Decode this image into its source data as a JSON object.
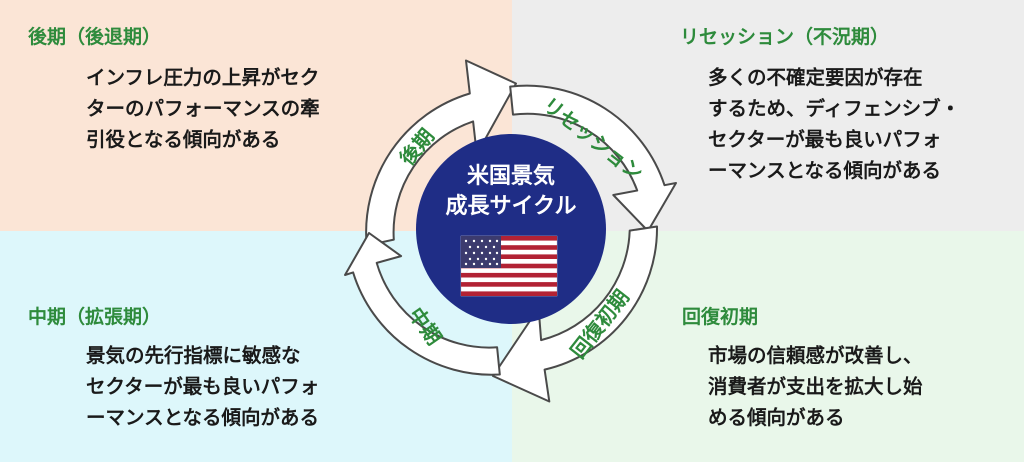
{
  "colors": {
    "late_bg": "#fbe5d6",
    "recession_bg": "#ededed",
    "mid_bg": "#ddf7fb",
    "early_bg": "#e9f7ea",
    "title_green": "#2e8b3c",
    "circle_navy": "#1f2d86"
  },
  "quadrants": {
    "late": {
      "title": "後期（後退期）",
      "lines": [
        "インフレ圧力の上昇がセク",
        "ターのパフォーマンスの牽",
        "引役となる傾向がある"
      ]
    },
    "recession": {
      "title": "リセッション（不況期）",
      "lines": [
        "多くの不確定要因が存在",
        "するため、ディフェンシブ・",
        "セクターが最も良いパフォ",
        "ーマンスとなる傾向がある"
      ]
    },
    "mid": {
      "title": "中期（拡張期）",
      "lines": [
        "景気の先行指標に敏感な",
        "セクターが最も良いパフォ",
        "ーマンスとなる傾向がある"
      ]
    },
    "early": {
      "title": "回復初期",
      "lines": [
        "市場の信頼感が改善し、",
        "消費者が支出を拡大し始",
        "める傾向がある"
      ]
    }
  },
  "cycle": {
    "center_line1": "米国景気",
    "center_line2": "成長サイクル",
    "flag_icon": "us-flag-icon",
    "arrows": {
      "late": "後期",
      "recession": "リセッション",
      "early": "回復初期",
      "mid": "中期"
    }
  }
}
